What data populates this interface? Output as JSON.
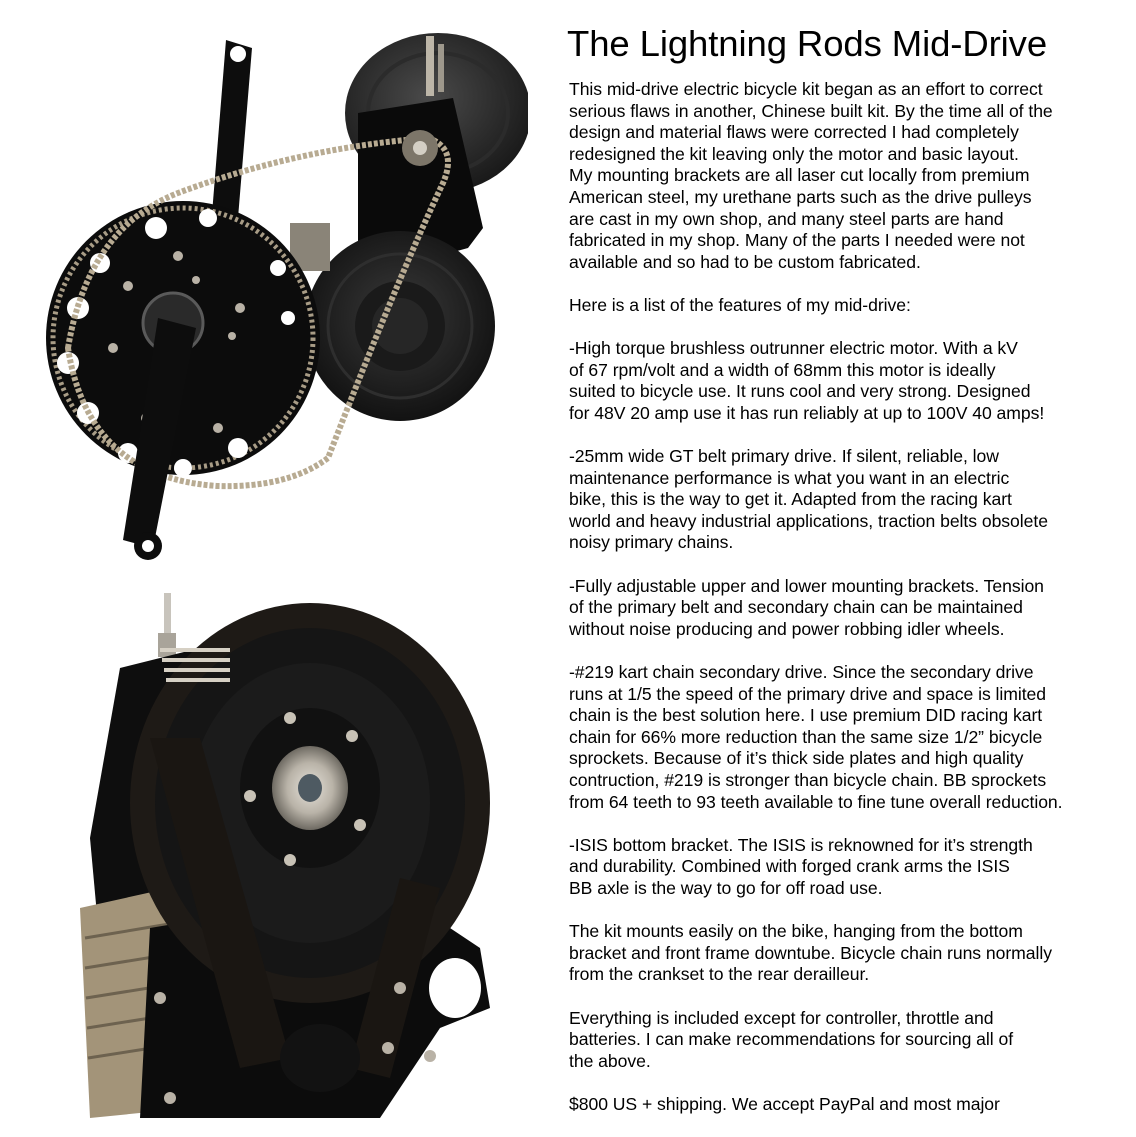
{
  "page": {
    "title": "The Lightning Rods Mid-Drive",
    "images": [
      {
        "alt": "Mid-drive kit with crankset, large sprocket and chain, motor and pulley"
      },
      {
        "alt": "Mid-drive kit with GT belt primary drive, motor and mounting brackets"
      }
    ],
    "paragraphs": [
      "This mid-drive electric bicycle kit began as an effort to correct\nserious flaws in another, Chinese built kit. By the time all of the\ndesign and material flaws were corrected I had completely\nredesigned the kit leaving only the motor and basic layout.\nMy mounting brackets are all laser cut locally from premium\nAmerican steel, my urethane parts such as the drive pulleys\nare cast in my own shop, and many steel parts are hand\nfabricated in my shop. Many of the parts I needed were not\navailable and so had to be custom fabricated.",
      "Here is a list of the features of my mid-drive:",
      "-High torque brushless outrunner electric motor. With a kV\nof 67 rpm/volt and a width of 68mm this motor is ideally\nsuited to bicycle use. It runs cool and very strong. Designed\nfor 48V 20 amp use it has run reliably at up to 100V 40 amps!",
      "-25mm wide GT belt primary drive. If silent, reliable, low\nmaintenance performance is what you want in an electric\nbike, this is the way to get it. Adapted from the racing kart\nworld and heavy industrial applications, traction belts obsolete\nnoisy primary chains.",
      "-Fully adjustable upper and lower mounting brackets. Tension\nof the primary belt and secondary chain can be maintained\nwithout noise producing and power robbing idler wheels.",
      "-#219 kart chain secondary drive. Since the secondary drive\nruns at 1/5 the speed of the primary drive and space is limited\nchain is the best solution here. I use premium DID racing kart\nchain for 66% more reduction than the same size 1/2” bicycle\nsprockets. Because of it’s thick side plates and high quality\ncontruction, #219 is stronger than bicycle chain. BB sprockets\nfrom 64 teeth to 93 teeth available to fine tune overall reduction.",
      "-ISIS bottom bracket. The ISIS is reknowned for it’s strength\nand durability. Combined with forged crank arms the ISIS\nBB axle is the way to go for off road use.",
      "The kit mounts easily on the bike, hanging from the bottom\nbracket and front frame downtube. Bicycle chain runs normally\nfrom the crankset to the rear derailleur.",
      "Everything is included except for controller, throttle and\nbatteries. I can make recommendations for sourcing all of\nthe above.",
      "$800 US + shipping. We accept PayPal and most major"
    ]
  }
}
